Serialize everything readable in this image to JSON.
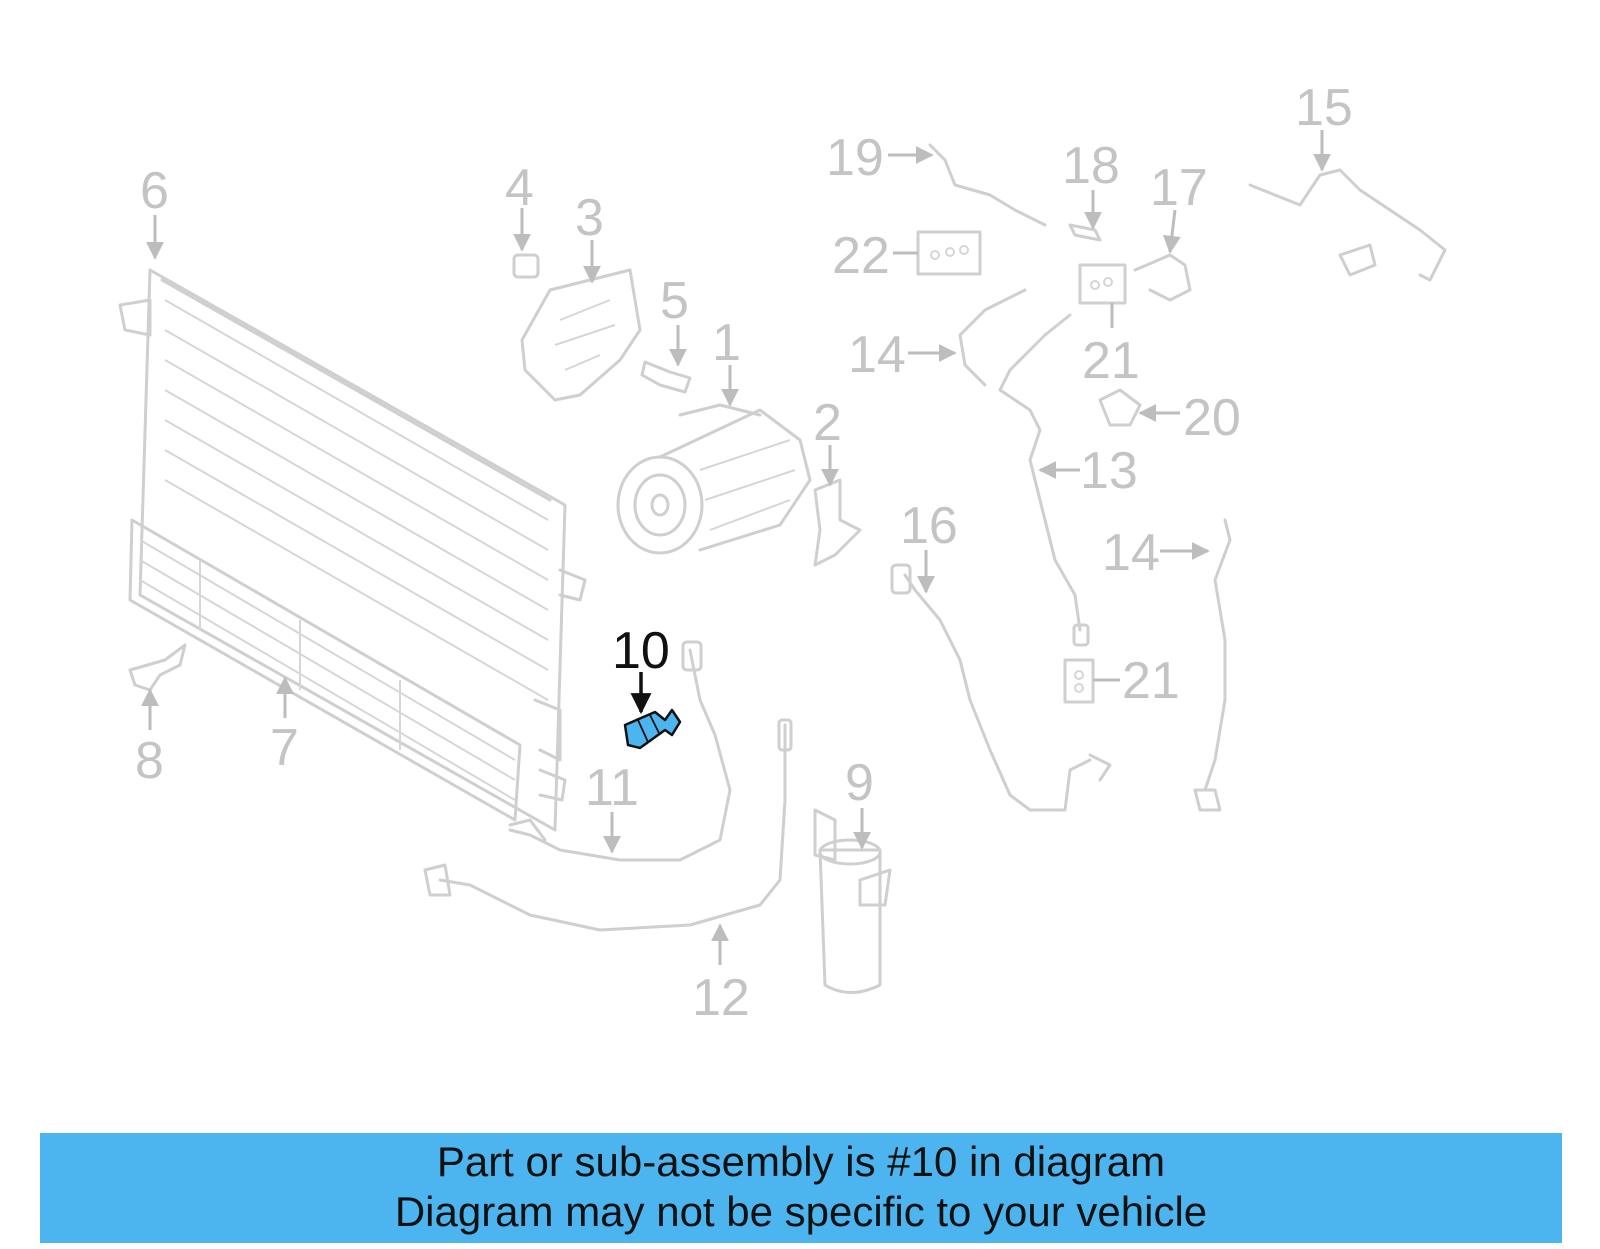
{
  "diagram": {
    "highlight_color": "#4cb4ee",
    "labels": [
      "1",
      "2",
      "3",
      "4",
      "5",
      "6",
      "7",
      "8",
      "9",
      "10",
      "11",
      "12",
      "13",
      "14",
      "14",
      "15",
      "16",
      "17",
      "18",
      "19",
      "20",
      "21",
      "21",
      "21",
      "22"
    ],
    "highlighted_label": "10"
  },
  "banner": {
    "line1": "Part or sub-assembly is #10 in diagram",
    "line2": "Diagram may not be specific to your vehicle",
    "background": "#4cb4ee"
  }
}
